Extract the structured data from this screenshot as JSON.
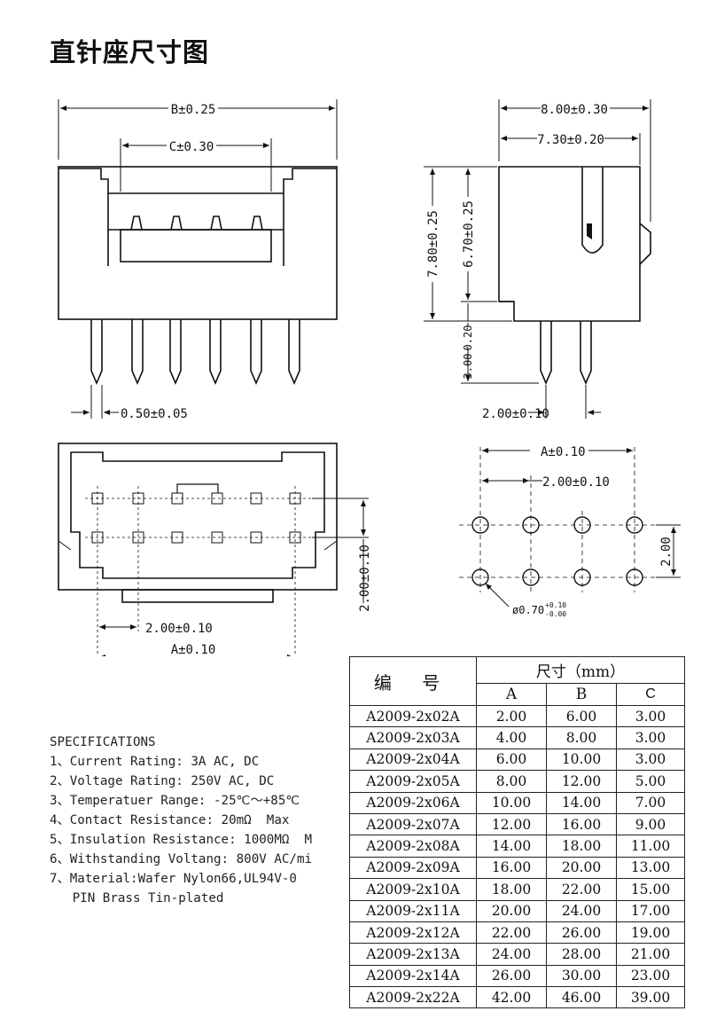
{
  "title": "直针座尺寸图",
  "dims": {
    "b": "B±0.25",
    "c": "C±0.30",
    "pin_width": "0.50±0.05",
    "depth_total": "8.00±0.30",
    "depth_body": "7.30±0.20",
    "height_total": "7.80±0.25",
    "height_body": "6.70±0.25",
    "base": "0.20",
    "pin_len": "3.00",
    "side_pitch": "2.00±0.10",
    "bottom_pitch": "2.00±0.10",
    "bottom_a": "A±0.10",
    "bottom_row": "2.00±0.10",
    "pcb_a": "A±0.10",
    "pcb_pitch": "2.00±0.10",
    "pcb_row": "2.00",
    "pcb_hole": "ø0.70",
    "pcb_hole_tol_plus": "+0.10",
    "pcb_hole_tol_minus": "-0.00"
  },
  "specs": {
    "heading": "SPECIFICATIONS",
    "lines": [
      "1、Current Rating: 3A AC, DC",
      "2、Voltage Rating: 250V AC, DC",
      "3、Temperatuer Range: -25℃～+85℃",
      "4、Contact Resistance: 20mΩ  Max",
      "5、Insulation Resistance: 1000MΩ  M",
      "6、Withstanding Voltang: 800V AC/mi",
      "7、Material:Wafer Nylon66,UL94V-0",
      "   PIN Brass Tin-plated"
    ]
  },
  "table": {
    "header_no": "编 号",
    "header_dim": "尺寸（mm）",
    "col_a": "A",
    "col_b": "B",
    "col_c": "C",
    "rows": [
      [
        "A2009-2x02A",
        "2.00",
        "6.00",
        "3.00"
      ],
      [
        "A2009-2x03A",
        "4.00",
        "8.00",
        "3.00"
      ],
      [
        "A2009-2x04A",
        "6.00",
        "10.00",
        "3.00"
      ],
      [
        "A2009-2x05A",
        "8.00",
        "12.00",
        "5.00"
      ],
      [
        "A2009-2x06A",
        "10.00",
        "14.00",
        "7.00"
      ],
      [
        "A2009-2x07A",
        "12.00",
        "16.00",
        "9.00"
      ],
      [
        "A2009-2x08A",
        "14.00",
        "18.00",
        "11.00"
      ],
      [
        "A2009-2x09A",
        "16.00",
        "20.00",
        "13.00"
      ],
      [
        "A2009-2x10A",
        "18.00",
        "22.00",
        "15.00"
      ],
      [
        "A2009-2x11A",
        "20.00",
        "24.00",
        "17.00"
      ],
      [
        "A2009-2x12A",
        "22.00",
        "26.00",
        "19.00"
      ],
      [
        "A2009-2x13A",
        "24.00",
        "28.00",
        "21.00"
      ],
      [
        "A2009-2x14A",
        "26.00",
        "30.00",
        "23.00"
      ],
      [
        "A2009-2x22A",
        "42.00",
        "46.00",
        "39.00"
      ]
    ]
  }
}
